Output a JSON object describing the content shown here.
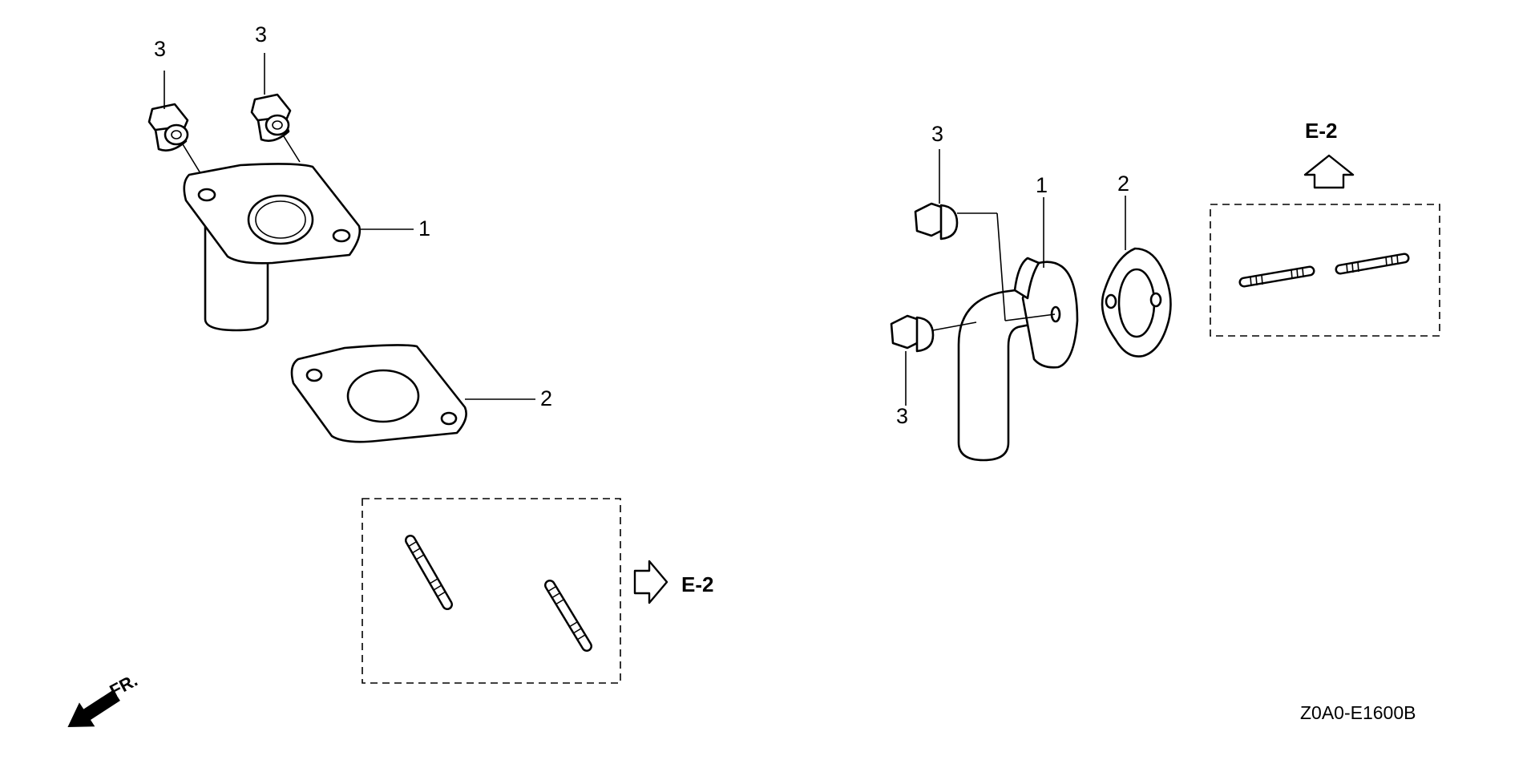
{
  "callouts": {
    "left_nut_a": "3",
    "left_nut_b": "3",
    "left_elbow": "1",
    "left_gasket": "2",
    "right_nut_top": "3",
    "right_elbow": "1",
    "right_gasket": "2",
    "right_nut_bottom": "3"
  },
  "references": {
    "left_ref": "E-2",
    "right_ref": "E-2"
  },
  "front_label": "FR.",
  "diagram_code": "Z0A0-E1600B"
}
